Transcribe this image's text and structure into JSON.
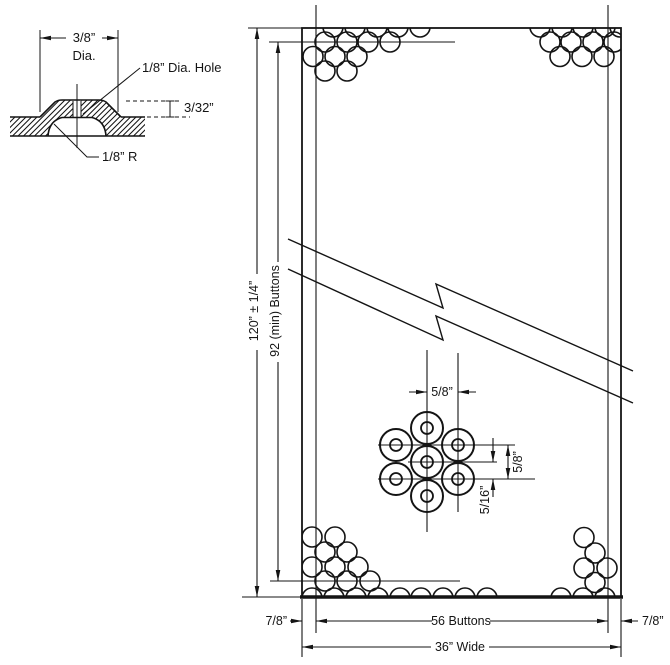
{
  "detail": {
    "dome_diameter": "3/8”",
    "dome_diameter_word": "Dia.",
    "hole_label": "1/8” Dia. Hole",
    "dome_height": "3/32”",
    "dome_radius": "1/8” R"
  },
  "panel": {
    "overall_height": "120” ± 1/4”",
    "button_rows": "92 (min) Buttons",
    "button_columns": "56 Buttons",
    "overall_width": "36” Wide",
    "left_margin": "7/8”",
    "right_margin": "7/8”",
    "spacing_horizontal": "5/8”",
    "spacing_vertical": "5/8”",
    "row_offset": "5/16”"
  }
}
